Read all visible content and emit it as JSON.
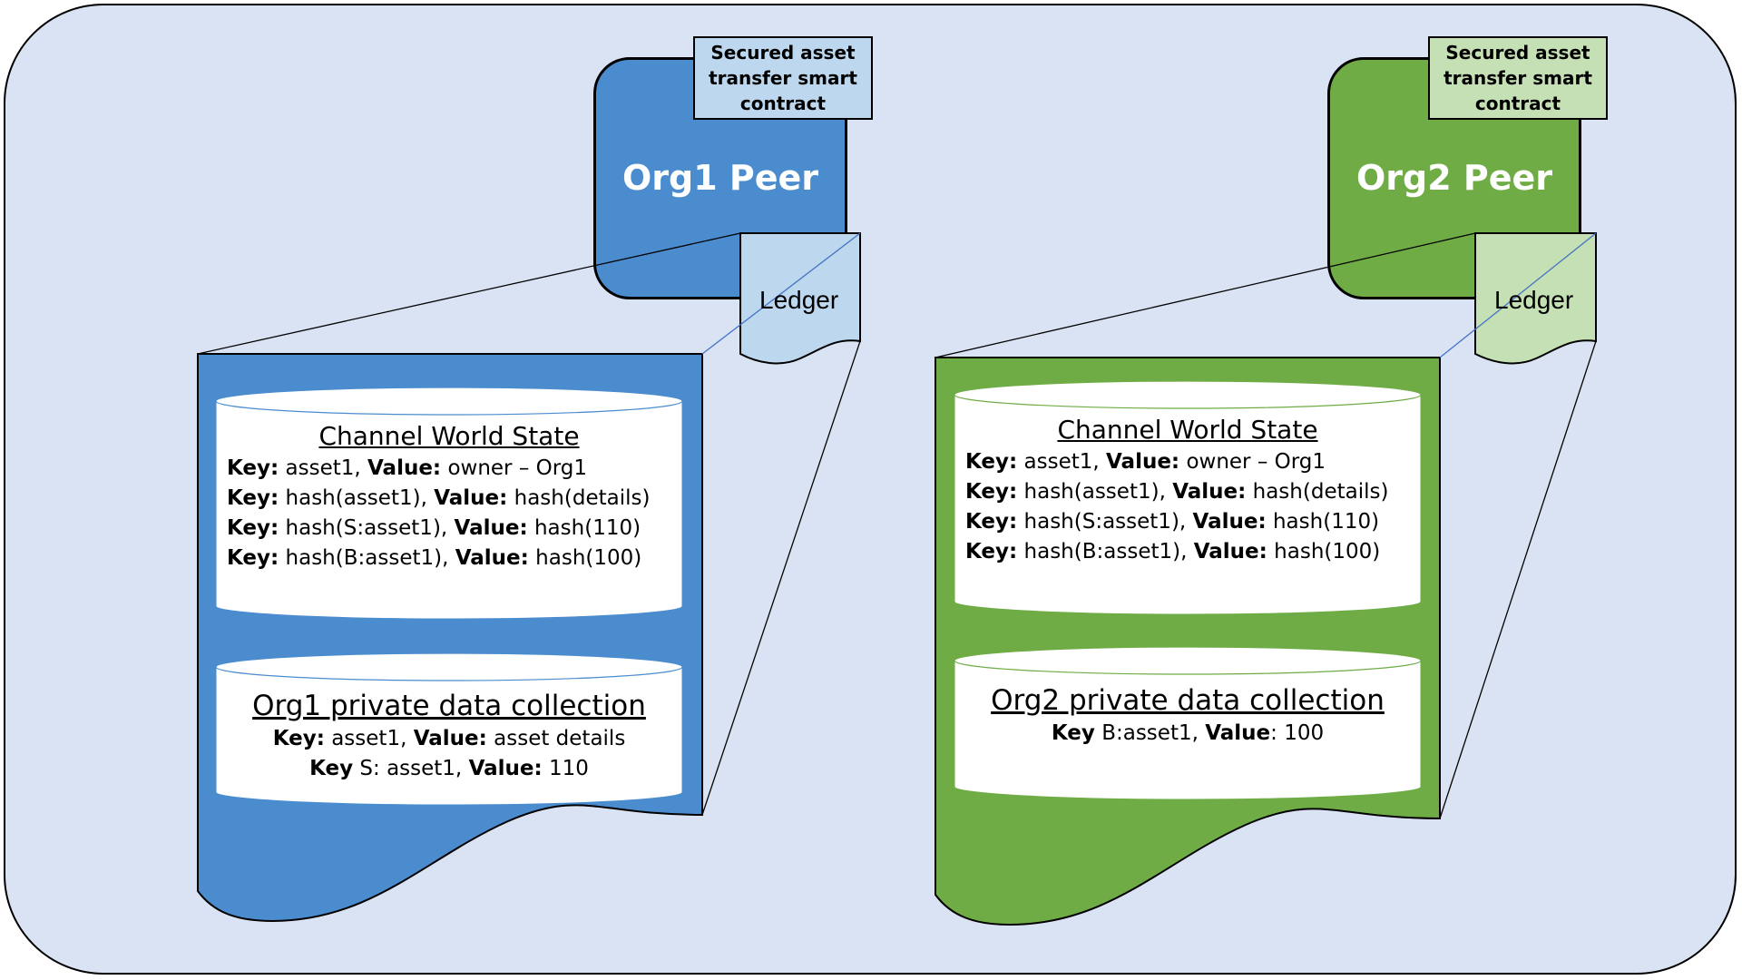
{
  "peers": [
    {
      "title": "Org1 Peer",
      "contract": [
        "Secured asset",
        "transfer smart",
        "contract"
      ],
      "ledger_label": "Ledger",
      "world_state": {
        "title": "Channel World State",
        "rows": [
          {
            "k": "Key:",
            "kv": " asset1, ",
            "v": "Value:",
            "vv": " owner – Org1"
          },
          {
            "k": "Key:",
            "kv": " hash(asset1), ",
            "v": "Value:",
            "vv": " hash(details)"
          },
          {
            "k": "Key:",
            "kv": " hash(S:asset1), ",
            "v": "Value:",
            "vv": " hash(110)"
          },
          {
            "k": "Key:",
            "kv": " hash(B:asset1), ",
            "v": "Value:",
            "vv": " hash(100)"
          }
        ]
      },
      "private_collection": {
        "title": "Org1 private data collection",
        "rows": [
          {
            "k": "Key:",
            "kv": " asset1, ",
            "v": "Value:",
            "vv": " asset details"
          },
          {
            "k": "Key",
            "kv": " S: asset1, ",
            "v": "Value:",
            "vv": " 110"
          }
        ]
      }
    },
    {
      "title": "Org2 Peer",
      "contract": [
        "Secured asset",
        "transfer smart",
        "contract"
      ],
      "ledger_label": "Ledger",
      "world_state": {
        "title": "Channel World State",
        "rows": [
          {
            "k": "Key:",
            "kv": " asset1, ",
            "v": "Value:",
            "vv": " owner – Org1"
          },
          {
            "k": "Key:",
            "kv": " hash(asset1), ",
            "v": "Value:",
            "vv": " hash(details)"
          },
          {
            "k": "Key:",
            "kv": " hash(S:asset1), ",
            "v": "Value:",
            "vv": " hash(110)"
          },
          {
            "k": "Key:",
            "kv": " hash(B:asset1), ",
            "v": "Value:",
            "vv": " hash(100)"
          }
        ]
      },
      "private_collection": {
        "title": "Org2 private data collection",
        "rows": [
          {
            "k": "Key",
            "kv": " B:asset1, ",
            "v": "Value",
            "vv": ": 100"
          }
        ]
      }
    }
  ],
  "colors": {
    "background": "#dae3f3",
    "org1_main": "#4a8cce",
    "org1_light": "#bdd7ee",
    "org2_main": "#6fac46",
    "org2_light": "#c5e0b4"
  }
}
